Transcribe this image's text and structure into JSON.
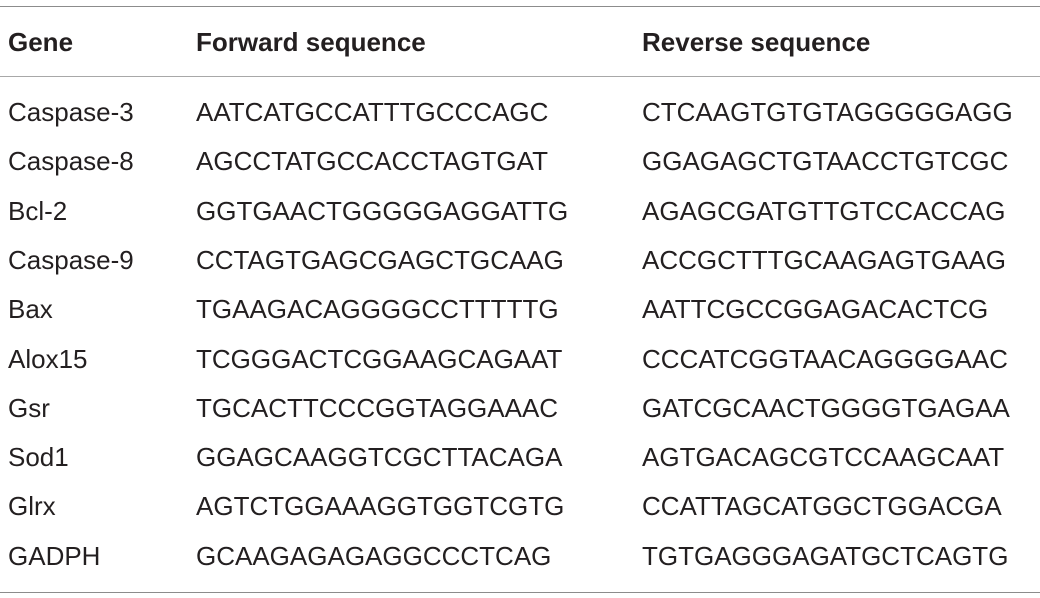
{
  "table": {
    "headers": [
      "Gene",
      "Forward sequence",
      "Reverse sequence"
    ],
    "rows": [
      [
        "Caspase-3",
        "AATCATGCCATTTGCCCAGC",
        "CTCAAGTGTGTAGGGGGAGG"
      ],
      [
        "Caspase-8",
        "AGCCTATGCCACCTAGTGAT",
        "GGAGAGCTGTAACCTGTCGC"
      ],
      [
        "Bcl-2",
        "GGTGAACTGGGGGAGGATTG",
        "AGAGCGATGTTGTCCACCAG"
      ],
      [
        "Caspase-9",
        "CCTAGTGAGCGAGCTGCAAG",
        "ACCGCTTTGCAAGAGTGAAG"
      ],
      [
        "Bax",
        "TGAAGACAGGGGCCTTTTTG",
        "AATTCGCCGGAGACACTCG"
      ],
      [
        "Alox15",
        "TCGGGACTCGGAAGCAGAAT",
        "CCCATCGGTAACAGGGGAAC"
      ],
      [
        "Gsr",
        "TGCACTTCCCGGTAGGAAAC",
        "GATCGCAACTGGGGTGAGAA"
      ],
      [
        "Sod1",
        "GGAGCAAGGTCGCTTACAGA",
        "AGTGACAGCGTCCAAGCAAT"
      ],
      [
        "Glrx",
        "AGTCTGGAAAGGTGGTCGTG",
        "CCATTAGCATGGCTGGACGA"
      ],
      [
        "GADPH",
        "GCAAGAGAGAGGCCCTCAG",
        "TGTGAGGGAGATGCTCAGTG"
      ]
    ]
  }
}
